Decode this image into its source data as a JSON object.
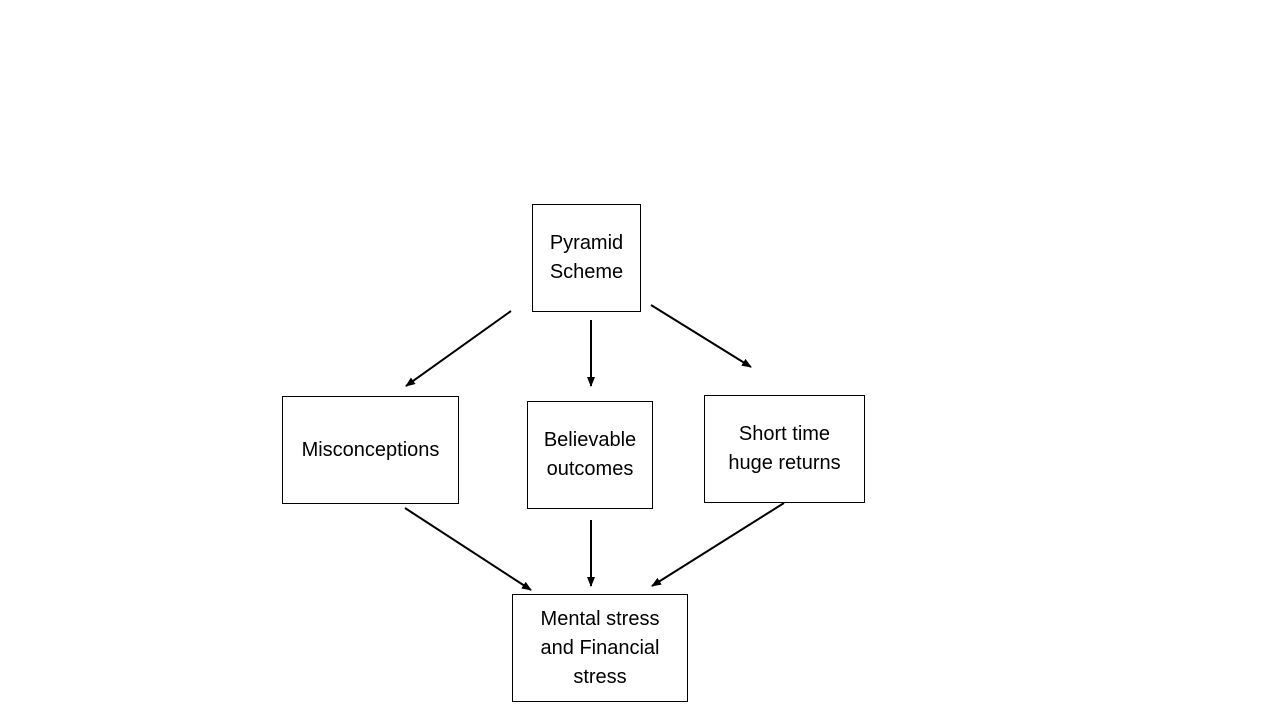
{
  "diagram": {
    "nodes": [
      {
        "id": "pyramid",
        "label": "Pyramid\nScheme"
      },
      {
        "id": "misconceptions",
        "label": "Misconceptions"
      },
      {
        "id": "believable",
        "label": "Believable\noutcomes"
      },
      {
        "id": "short_time",
        "label": "Short time\nhuge returns"
      },
      {
        "id": "stress",
        "label": "Mental stress\nand Financial\nstress"
      }
    ],
    "edges": [
      {
        "from": "pyramid",
        "to": "misconceptions"
      },
      {
        "from": "pyramid",
        "to": "believable"
      },
      {
        "from": "pyramid",
        "to": "short_time"
      },
      {
        "from": "misconceptions",
        "to": "stress"
      },
      {
        "from": "believable",
        "to": "stress"
      },
      {
        "from": "short_time",
        "to": "stress"
      }
    ],
    "colors": {
      "line": "#000000",
      "box_border": "#000000",
      "background": "#ffffff"
    }
  }
}
